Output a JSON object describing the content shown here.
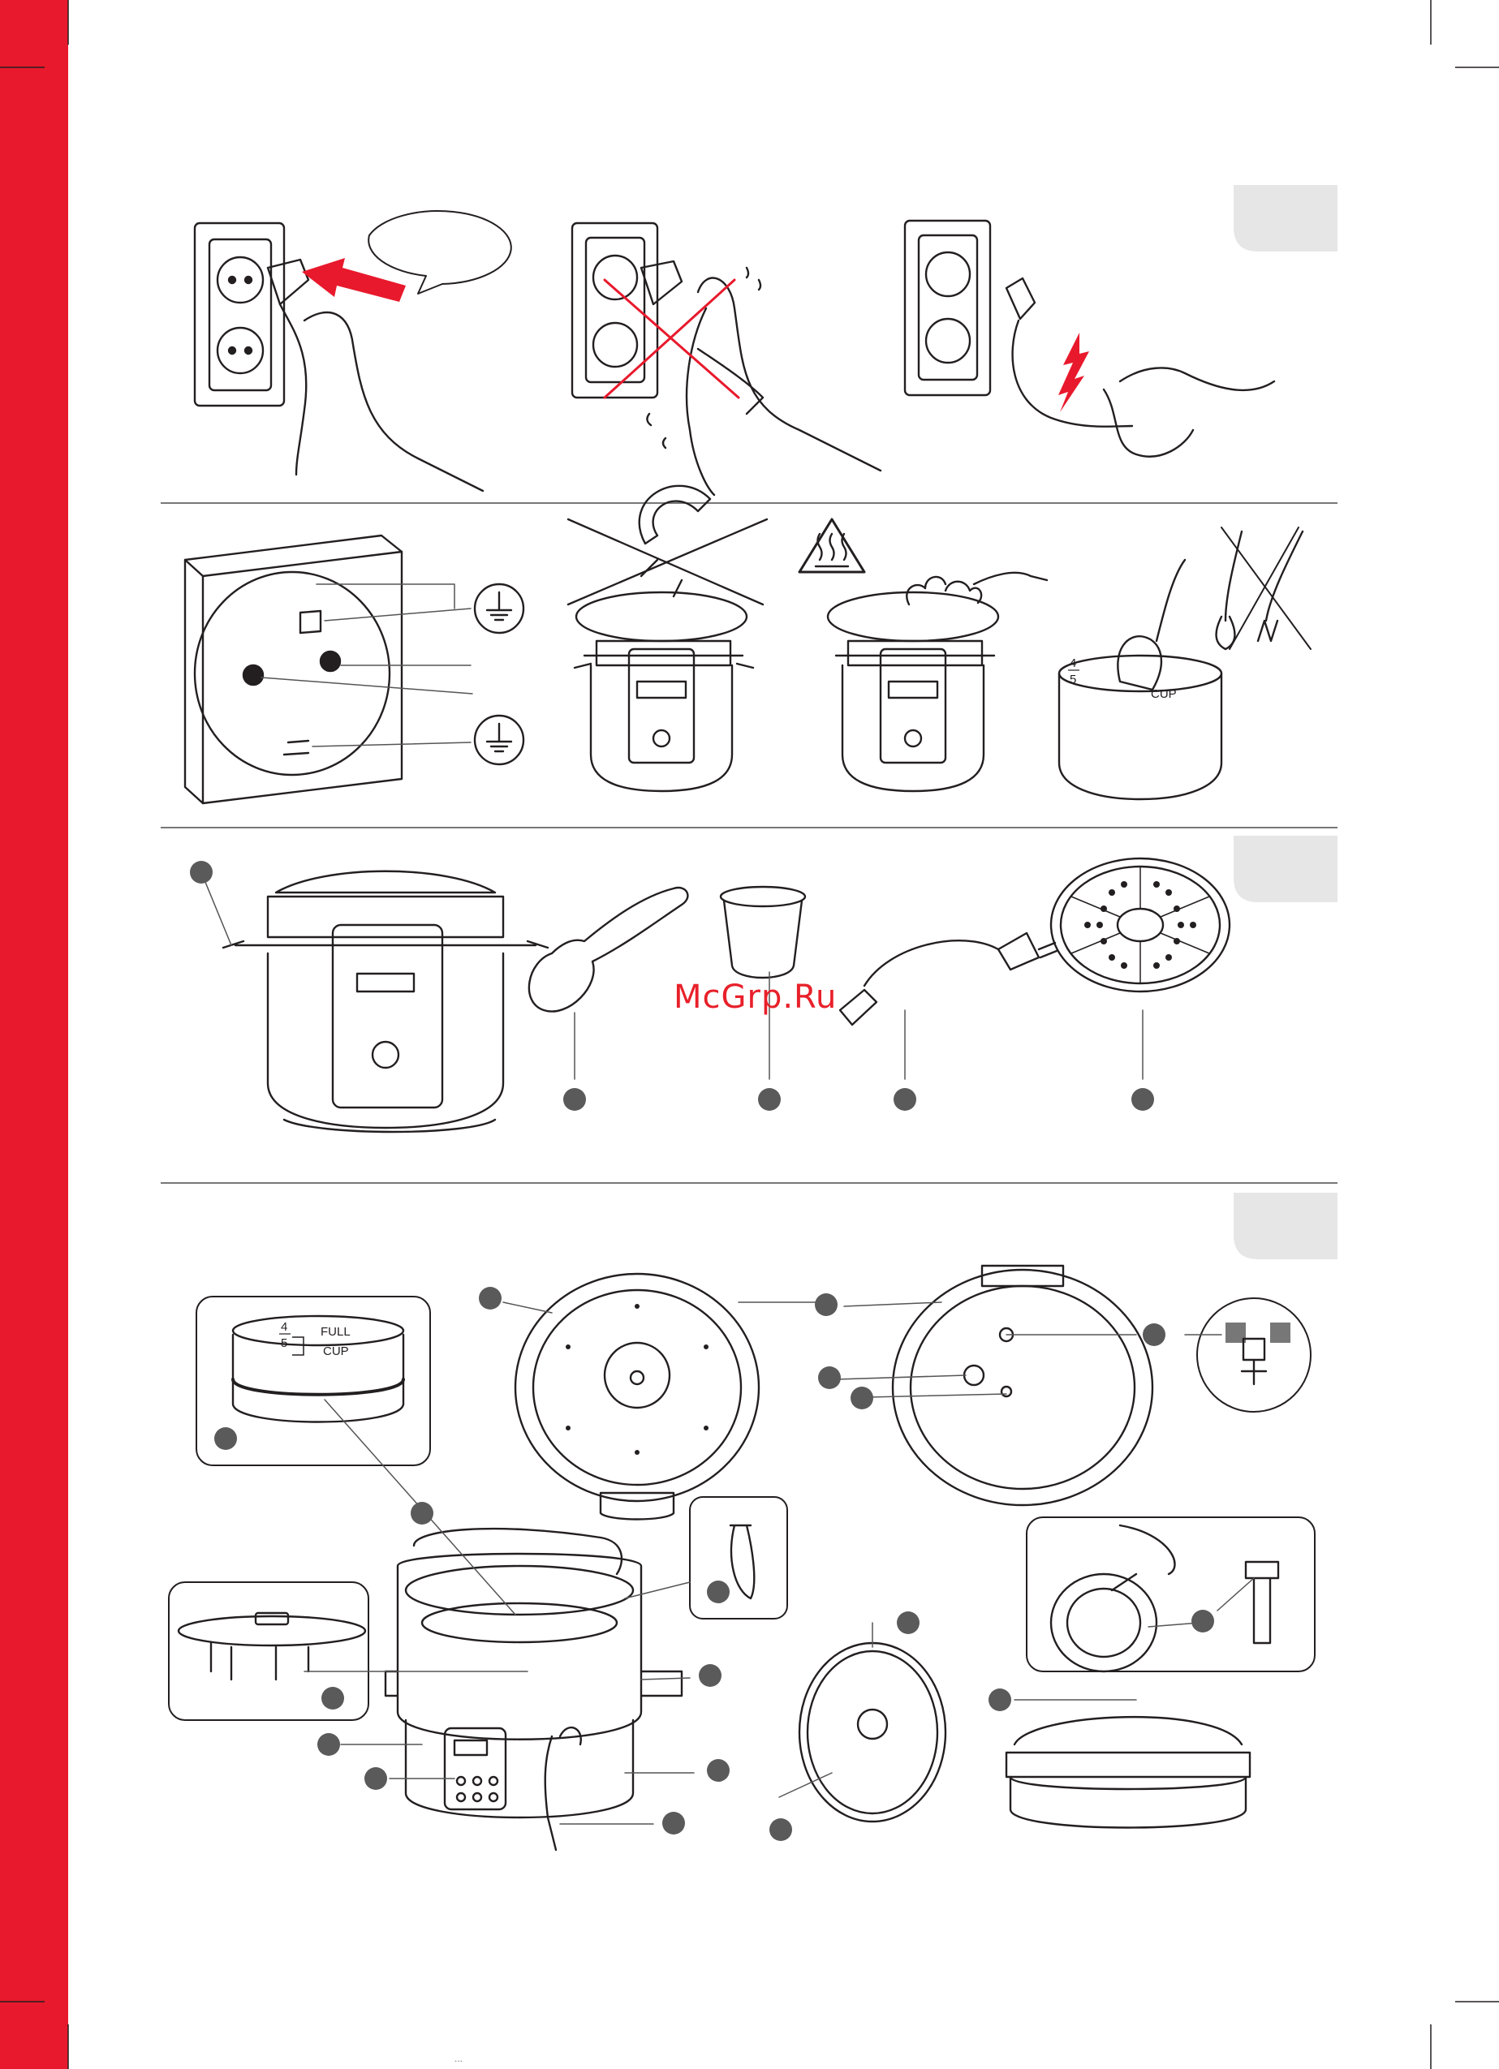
{
  "colors": {
    "accent": "#e8192c",
    "ink": "#231f20",
    "tab": "#e6e6e6",
    "callout": "#5a5a5a"
  },
  "watermark": "McGrp.Ru",
  "labels": {
    "fraction_top": "4",
    "fraction_bottom": "5",
    "cup": "CUP",
    "full": "FULL"
  },
  "footer": "..."
}
